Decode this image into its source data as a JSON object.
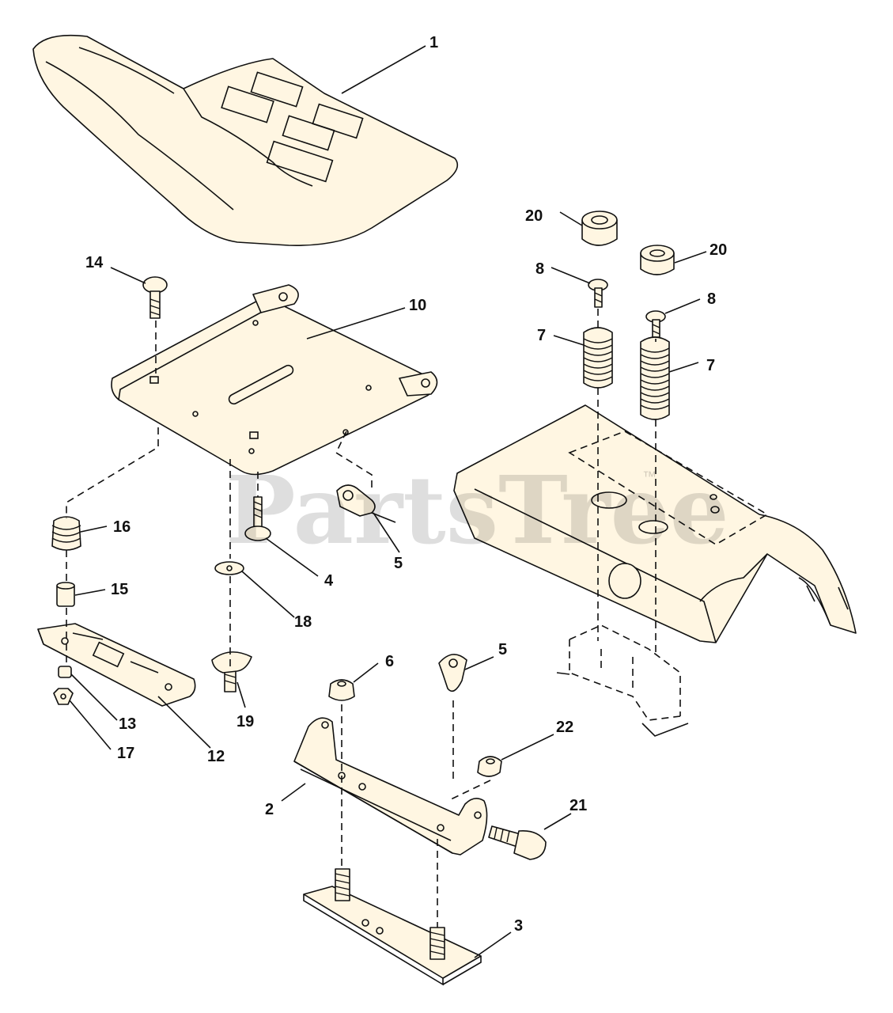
{
  "watermark": {
    "text": "PartsTree",
    "trademark": "™"
  },
  "callouts": {
    "c1": "1",
    "c2": "2",
    "c3": "3",
    "c4": "4",
    "c5a": "5",
    "c5b": "5",
    "c6": "6",
    "c7a": "7",
    "c7b": "7",
    "c8a": "8",
    "c8b": "8",
    "c10": "10",
    "c12": "12",
    "c13": "13",
    "c14": "14",
    "c15": "15",
    "c16": "16",
    "c17": "17",
    "c18": "18",
    "c19": "19",
    "c20a": "20",
    "c20b": "20",
    "c21": "21",
    "c22": "22"
  },
  "colors": {
    "part_fill": "#fff6e2",
    "line": "#111111",
    "background": "#ffffff"
  }
}
